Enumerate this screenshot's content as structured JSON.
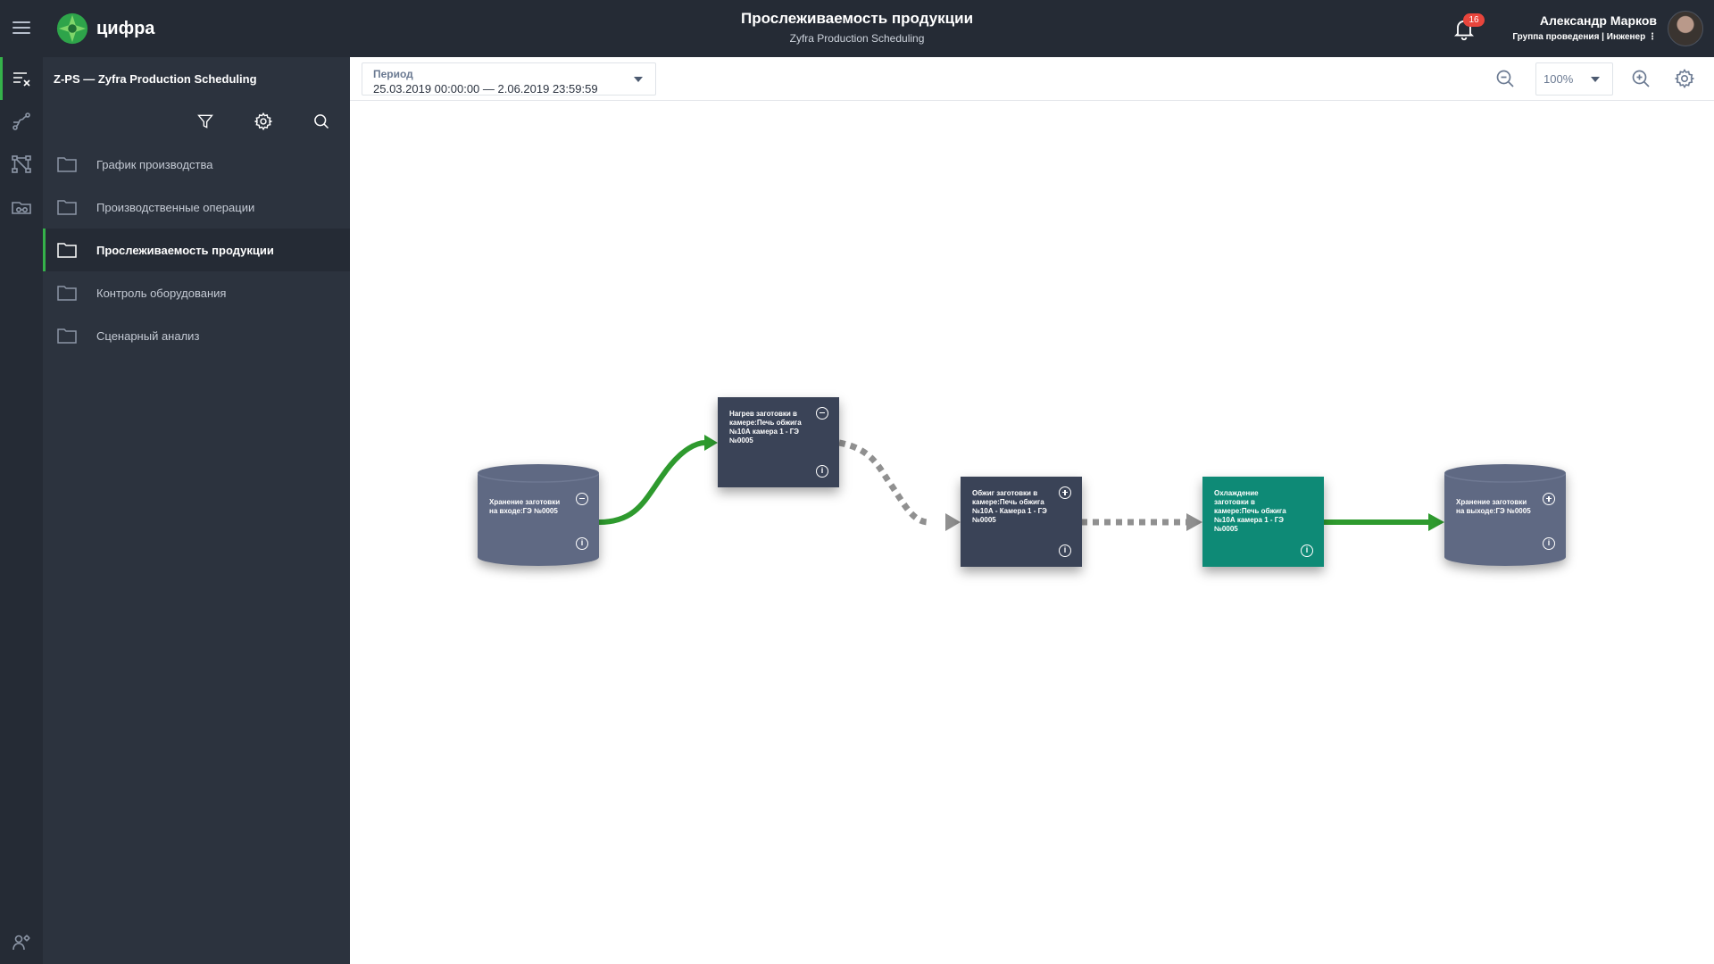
{
  "header": {
    "logo_text": "цифра",
    "title": "Прослеживаемость продукции",
    "subtitle": "Zyfra Production Scheduling",
    "notifications_count": "16",
    "user_name": "Александр Марков",
    "user_role": "Группа проведения | Инженер ⋮"
  },
  "rail": {
    "items": [
      "list-filter-icon",
      "route-icon",
      "network-icon",
      "gantt-icon"
    ],
    "bottom": "users-settings-icon"
  },
  "panel": {
    "title": "Z-PS — Zyfra Production Scheduling",
    "tools": [
      "filter-icon",
      "gear-icon",
      "search-icon"
    ],
    "items": [
      {
        "label": "График производства",
        "active": false
      },
      {
        "label": "Производственные операции",
        "active": false
      },
      {
        "label": "Прослеживаемость продукции",
        "active": true
      },
      {
        "label": "Контроль оборудования",
        "active": false
      },
      {
        "label": "Сценарный анализ",
        "active": false
      }
    ]
  },
  "toolbar": {
    "period_label": "Период",
    "period_value": "25.03.2019 00:00:00 — 2.06.2019 23:59:59",
    "zoom_value": "100%"
  },
  "graph": {
    "nodes": [
      {
        "id": "n1",
        "label": "Хранение заготовки на входе:ГЭ №0005",
        "kind": "storage",
        "color": "#5f6983",
        "toggle": "minus"
      },
      {
        "id": "n2",
        "label": "Нагрев заготовки в камере:Печь обжига №10А камера 1 - ГЭ №0005",
        "kind": "operation",
        "color": "#3a4357",
        "toggle": "minus"
      },
      {
        "id": "n3",
        "label": "Обжиг заготовки в камере:Печь обжига №10А - Камера 1 - ГЭ №0005",
        "kind": "operation",
        "color": "#3a4357",
        "toggle": "plus"
      },
      {
        "id": "n4",
        "label": "Охлаждение заготовки в камере:Печь обжига №10А камера 1 - ГЭ №0005",
        "kind": "operation",
        "color": "#0e8a76",
        "toggle": "none"
      },
      {
        "id": "n5",
        "label": "Хранение заготовки на выходе:ГЭ №0005",
        "kind": "storage",
        "color": "#5f6983",
        "toggle": "plus"
      }
    ],
    "edges": [
      {
        "from": "n1",
        "to": "n2",
        "style": "solid",
        "color": "#2e9a2e"
      },
      {
        "from": "n2",
        "to": "n3",
        "style": "dotted",
        "color": "#909090"
      },
      {
        "from": "n3",
        "to": "n4",
        "style": "dotted",
        "color": "#909090"
      },
      {
        "from": "n4",
        "to": "n5",
        "style": "solid",
        "color": "#2e9a2e"
      }
    ]
  },
  "colors": {
    "accent": "#35b24a",
    "header_bg": "#252b35",
    "panel_bg": "#2c333e",
    "badge": "#e8453c"
  }
}
